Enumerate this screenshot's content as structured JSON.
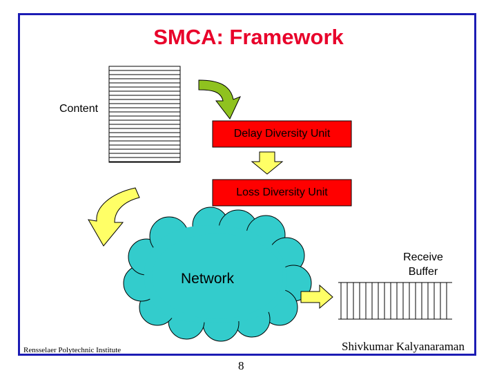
{
  "slide": {
    "title": "SMCA: Framework",
    "content_label": "Content",
    "delay_unit": "Delay Diversity Unit",
    "loss_unit": "Loss Diversity Unit",
    "network_label": "Network",
    "receive_buffer_line1": "Receive",
    "receive_buffer_line2": "Buffer",
    "footer_left": "Rensselaer Polytechnic Institute",
    "footer_right": "Shivkumar Kalyanaraman",
    "page_number": "8"
  },
  "colors": {
    "frame": "#1c1cb4",
    "title": "#e8002a",
    "unit_box": "#ff0000",
    "network_cloud": "#33cccc",
    "arrow_green": "#8fc21f",
    "arrow_yellow": "#ffff66"
  },
  "icons": {
    "content_stack": "stacked-packets-icon",
    "receive_buffer": "buffer-slots-icon"
  }
}
